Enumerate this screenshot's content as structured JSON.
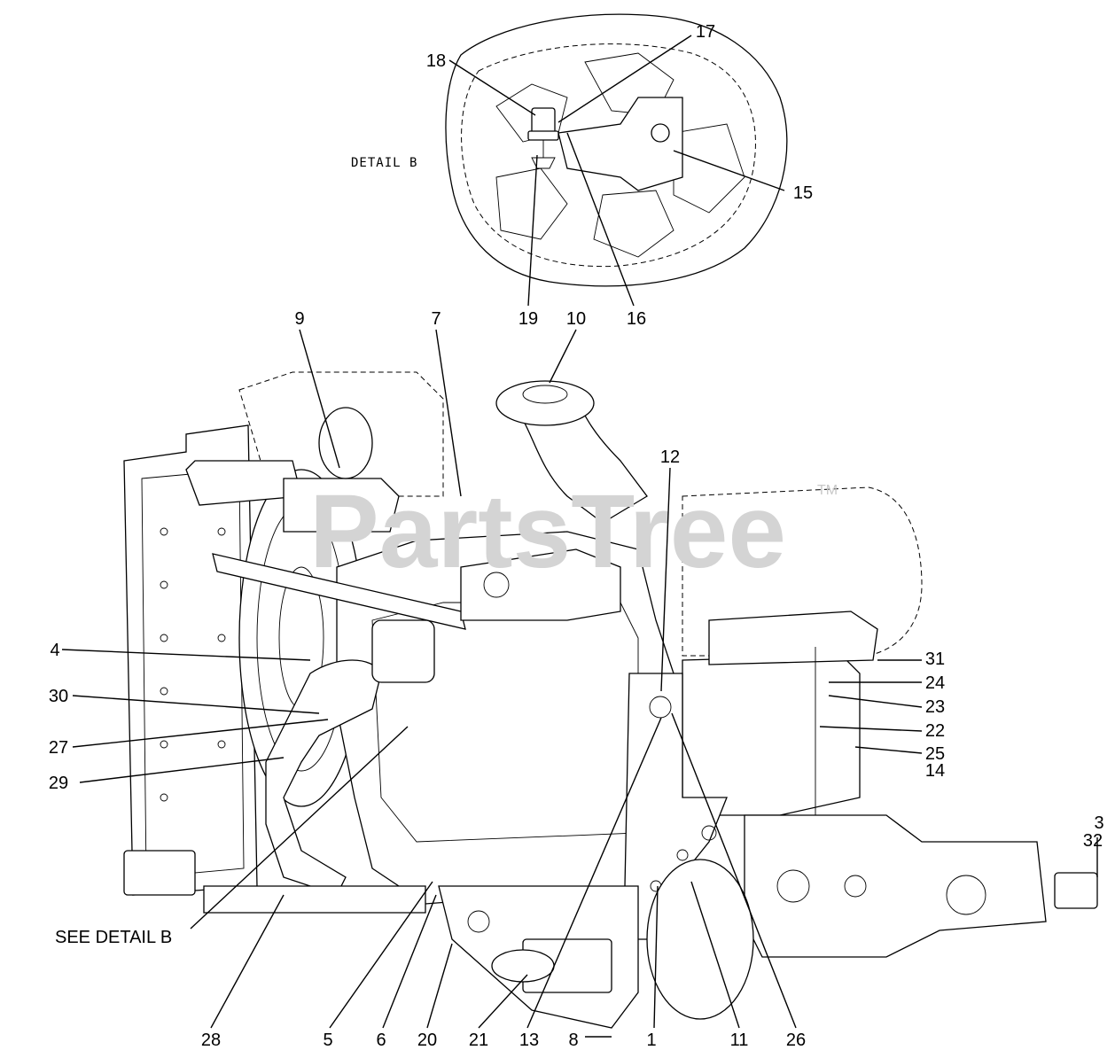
{
  "watermark": {
    "text": "PartsTree",
    "trademark": "TM"
  },
  "detail": {
    "label": "DETAIL  B"
  },
  "see_detail": {
    "label": "SEE DETAIL B"
  },
  "callouts": [
    "1",
    "3",
    "4",
    "5",
    "6",
    "7",
    "8",
    "9",
    "10",
    "11",
    "12",
    "13",
    "14",
    "15",
    "16",
    "17",
    "18",
    "19",
    "20",
    "21",
    "22",
    "23",
    "24",
    "25",
    "26",
    "27",
    "28",
    "29",
    "30",
    "31",
    "32"
  ]
}
